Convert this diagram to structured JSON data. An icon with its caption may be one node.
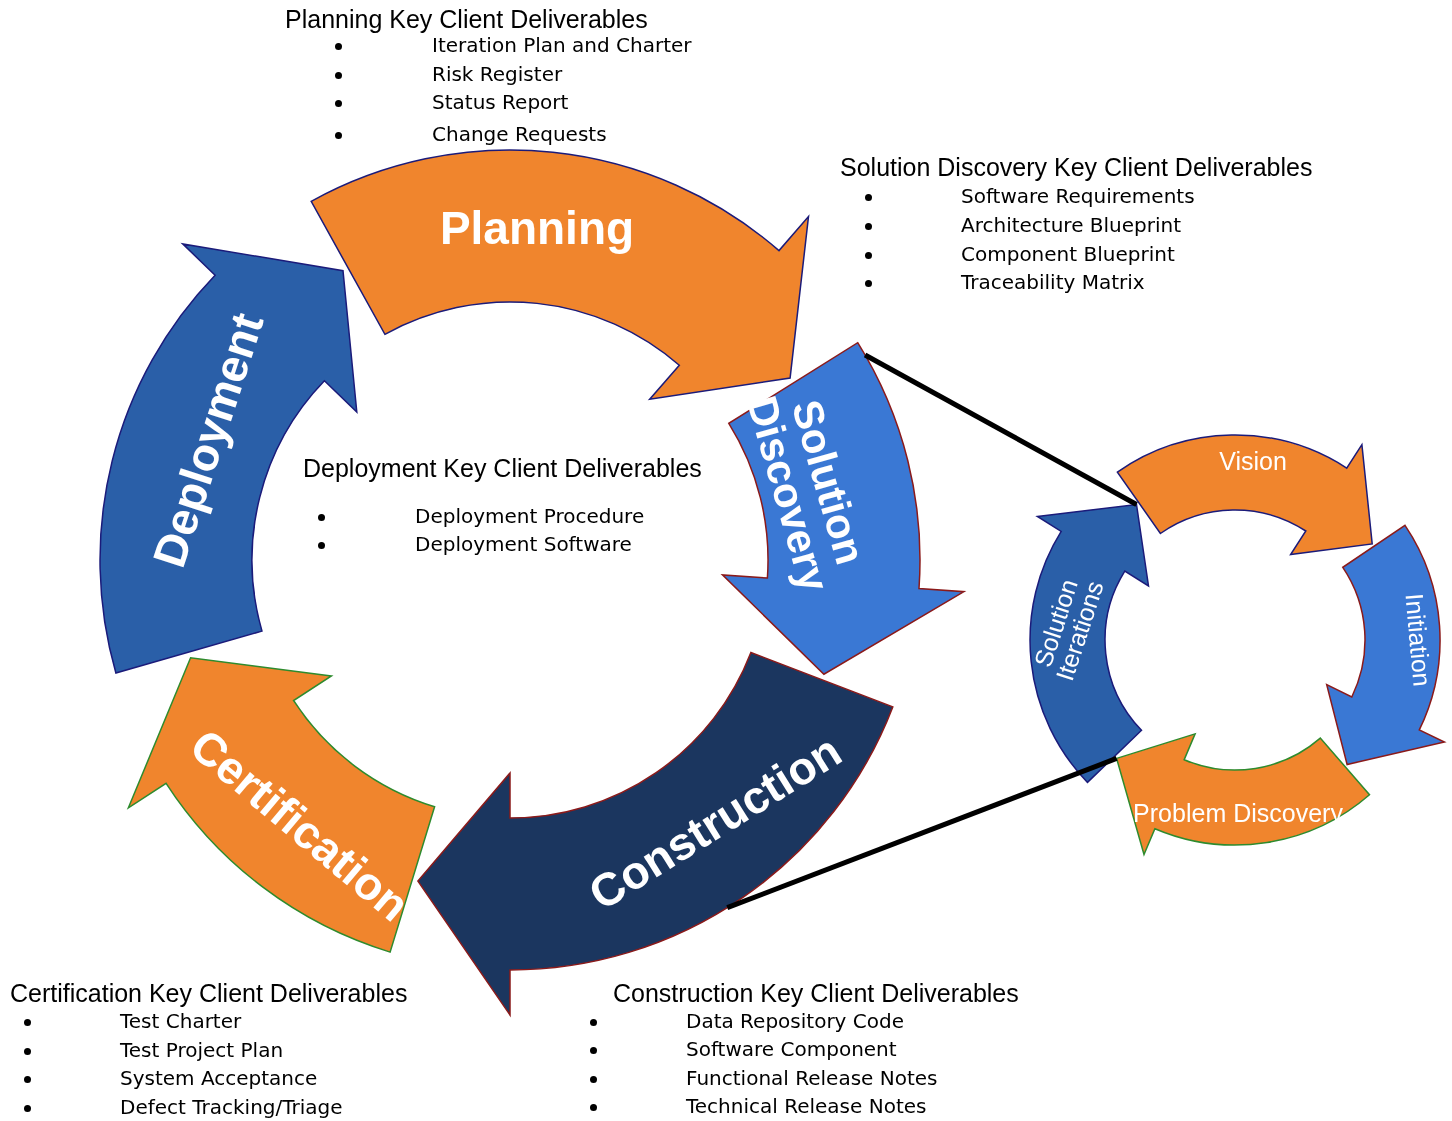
{
  "diagram": {
    "nodes": [
      {
        "text": [
          "Planning"
        ]
      },
      {
        "text": [
          "Solution Discovery"
        ]
      },
      {
        "text": [
          "Construction"
        ]
      },
      {
        "text": [
          "Certification"
        ]
      },
      {
        "text": [
          "Deployment"
        ]
      },
      {
        "text": [
          "Vision"
        ]
      },
      {
        "text": [
          "Initiation"
        ]
      },
      {
        "text": [
          "Problem Discovery"
        ]
      },
      {
        "text": [
          "Solution Iterations"
        ]
      }
    ],
    "edges": [
      {
        "from": 1,
        "to": 8,
        "arrow": "none"
      },
      {
        "from": 2,
        "to": 7,
        "arrow": "none"
      }
    ],
    "labels": [
      "Planning Key Client Deliverables",
      "Iteration Plan and Charter",
      "Risk Register",
      "Status Report",
      "Change Requests",
      "Solution Discovery Key Client Deliverables",
      "Software Requirements",
      "Architecture Blueprint",
      "Component Blueprint",
      "Traceability Matrix",
      "Deployment Key Client Deliverables",
      "Deployment Procedure",
      "Deployment Software",
      "Certification Key Client Deliverables",
      "Test Charter",
      "Test Project Plan",
      "System Acceptance",
      "Defect Tracking/Triage",
      "Construction Key Client Deliverables",
      "Data Repository Code",
      "Software Component",
      "Functional Release Notes",
      "Technical Release Notes"
    ]
  }
}
